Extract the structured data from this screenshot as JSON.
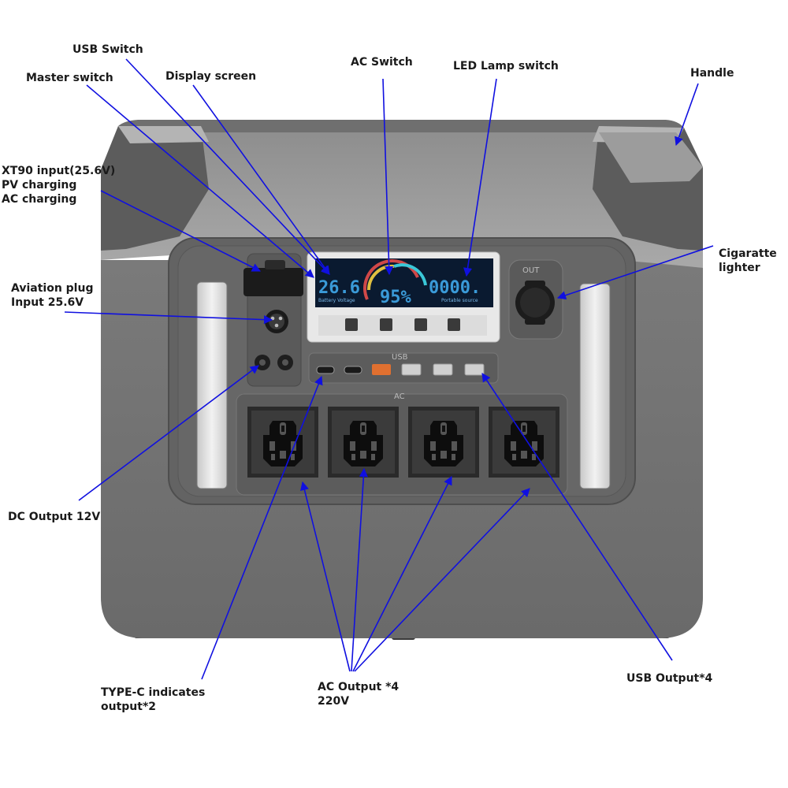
{
  "display": {
    "battery_voltage_value": "26.6",
    "battery_voltage_caption": "Battery Voltage",
    "percent_value": "95%",
    "power_value": "0000.",
    "power_caption": "Portable source"
  },
  "panel_marks": {
    "usb": "USB",
    "ac": "AC",
    "out": "OUT"
  },
  "annotations": {
    "usb_switch": "USB Switch",
    "master_switch": "Master switch",
    "display_screen": "Display screen",
    "ac_switch": "AC Switch",
    "led_lamp_switch": "LED Lamp switch",
    "handle": "Handle",
    "xt90_line1": "XT90 input(25.6V)",
    "xt90_line2": "PV charging",
    "xt90_line3": "AC charging",
    "cigarette_line1": "Cigaratte",
    "cigarette_line2": "lighter",
    "aviation_line1": "Aviation plug",
    "aviation_line2": "Input 25.6V",
    "dc_output": "DC Output 12V",
    "typec_line1": "TYPE-C indicates",
    "typec_line2": "output*2",
    "ac_output_line1": "AC Output *4",
    "ac_output_line2": "220V",
    "usb_output": "USB Output*4"
  },
  "colors": {
    "arrow": "#1010e0",
    "body_light": "#9a9a9a",
    "body_dark": "#707070",
    "panel": "#5e5e5e",
    "lcd_bg": "#0a1a30",
    "lcd_text": "#3a9ad8",
    "usb_qc": "#e07030"
  }
}
